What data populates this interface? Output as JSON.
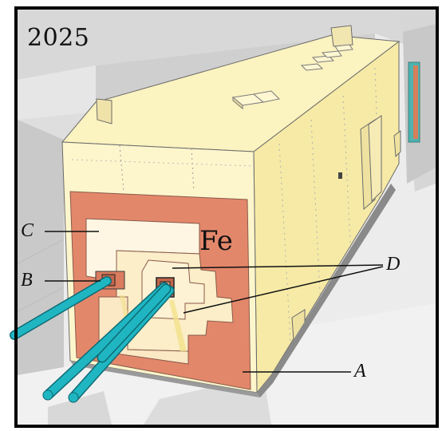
{
  "figure": {
    "year": "2025",
    "labels": {
      "a": "A",
      "b": "B",
      "c": "C",
      "d": "D",
      "material": "Fe"
    }
  },
  "colors": {
    "frame": "#000000",
    "block_face": "#fdf6cc",
    "block_side": "#f6eaa6",
    "block_top": "#fbf3c0",
    "shield": "#e3876b",
    "inner_region": "#fef6e2",
    "pipes": "#1fb6c2",
    "hall_wall": "#dcdcdc",
    "floor": "#ececec"
  }
}
